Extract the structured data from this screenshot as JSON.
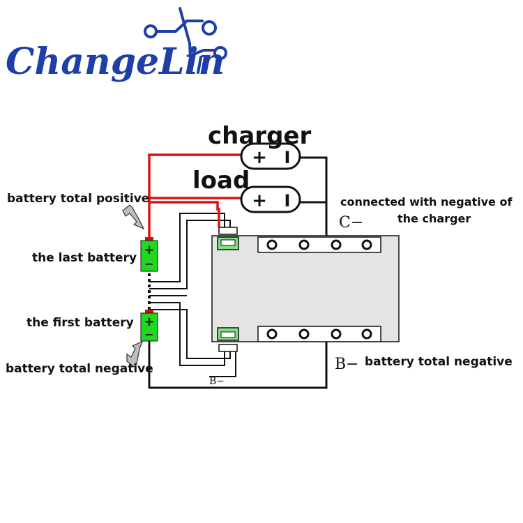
{
  "logo": {
    "text": "ChangeLin"
  },
  "labels": {
    "charger": "charger",
    "load": "load",
    "battery_total_positive": "battery total positive",
    "the_last_battery": "the last battery",
    "the_first_battery": "the first battery",
    "battery_total_negative_left": "battery total negative",
    "connected_line1": "connected with negative of",
    "connected_line2": "the charger",
    "c_minus": "C−",
    "b_minus_bottom": "B−",
    "b_minus_right": "B−",
    "battery_total_negative_right": "battery total negative"
  },
  "symbols": {
    "plus": "+",
    "minus": "−",
    "plug_plus": "+",
    "plug_bar": "I"
  },
  "colors": {
    "logo": "#1e3ea8",
    "positive_wire": "#e01010",
    "wire": "#111111",
    "battery": "#1fd81f",
    "battery_terminal": "#d01010",
    "board": "#e4e4e4",
    "connector": "#7ee07e"
  }
}
